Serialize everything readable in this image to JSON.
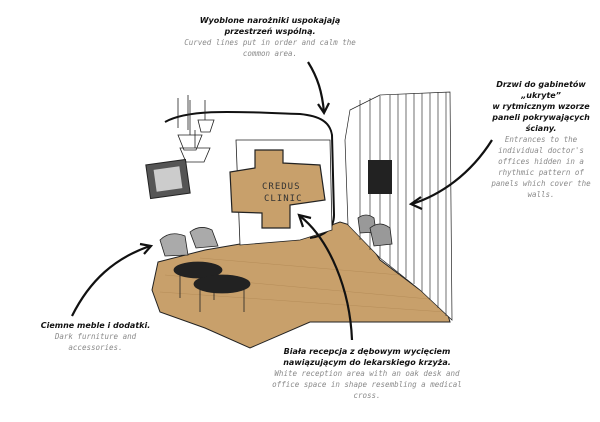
{
  "annotations": {
    "ceiling": {
      "pl": "Wyoblone narożniki uspokajają przestrzeń wspólną.",
      "en": "Curved lines put in order and calm the common area."
    },
    "doors": {
      "pl_1": "Drzwi do gabinetów „ukryte”",
      "pl_2": "w rytmicznym wzorze paneli pokrywających ściany.",
      "en": "Entrances to the individual doctor's offices hidden in a rhythmic pattern of panels which cover the walls."
    },
    "furniture": {
      "pl": "Ciemne meble i dodatki.",
      "en": "Dark furniture and accessories."
    },
    "reception": {
      "pl": "Biała recepcja z dębowym wycięciem nawiązującym do lekarskiego krzyża.",
      "en": "White reception area with an oak desk and office space in shape resembling a medical cross."
    }
  },
  "sign": {
    "line1": "CREDUS",
    "line2": "CLINIC"
  },
  "colors": {
    "wood": "#c49a63",
    "ink": "#111111",
    "caption": "#8a8a8a"
  }
}
